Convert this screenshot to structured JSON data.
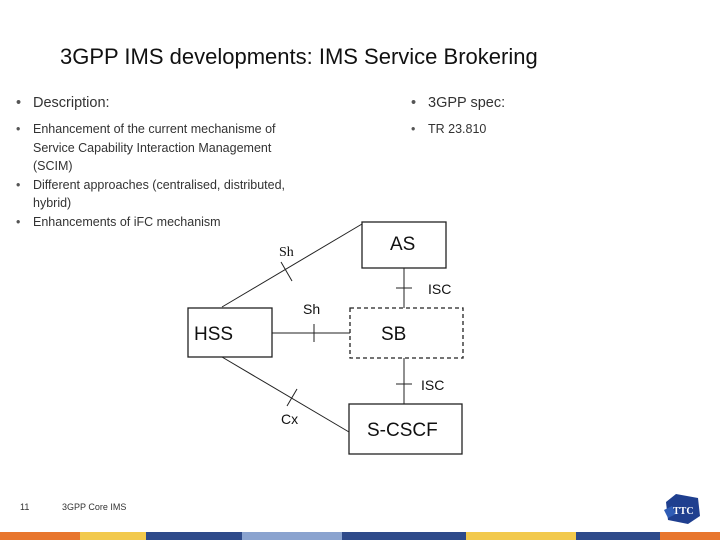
{
  "title": "3GPP IMS developments: IMS Service Brokering",
  "left": {
    "heading": "Description:",
    "bullets": [
      "Enhancement of the current mechanisme of Service Capability Interaction Management (SCIM)",
      "Different approaches (centralised, distributed, hybrid)",
      "Enhancements of iFC mechanism"
    ]
  },
  "right": {
    "heading": "3GPP spec:",
    "bullets": [
      "TR 23.810"
    ]
  },
  "diagram": {
    "nodes": {
      "as": "AS",
      "sb": "SB",
      "hss": "HSS",
      "scscf": "S-CSCF"
    },
    "labels": {
      "sh_top": "Sh",
      "sh_mid": "Sh",
      "isc_top": "ISC",
      "isc_bottom": "ISC",
      "cx": "Cx"
    }
  },
  "footer": {
    "page_number": "11",
    "text": "3GPP Core IMS",
    "logo_text": "TTC"
  },
  "colors": {
    "bar": [
      "#e8762d",
      "#f2c94c",
      "#2e4a8a",
      "#8aa3cf",
      "#2e4a8a",
      "#f2c94c",
      "#2e4a8a",
      "#e8762d"
    ]
  }
}
